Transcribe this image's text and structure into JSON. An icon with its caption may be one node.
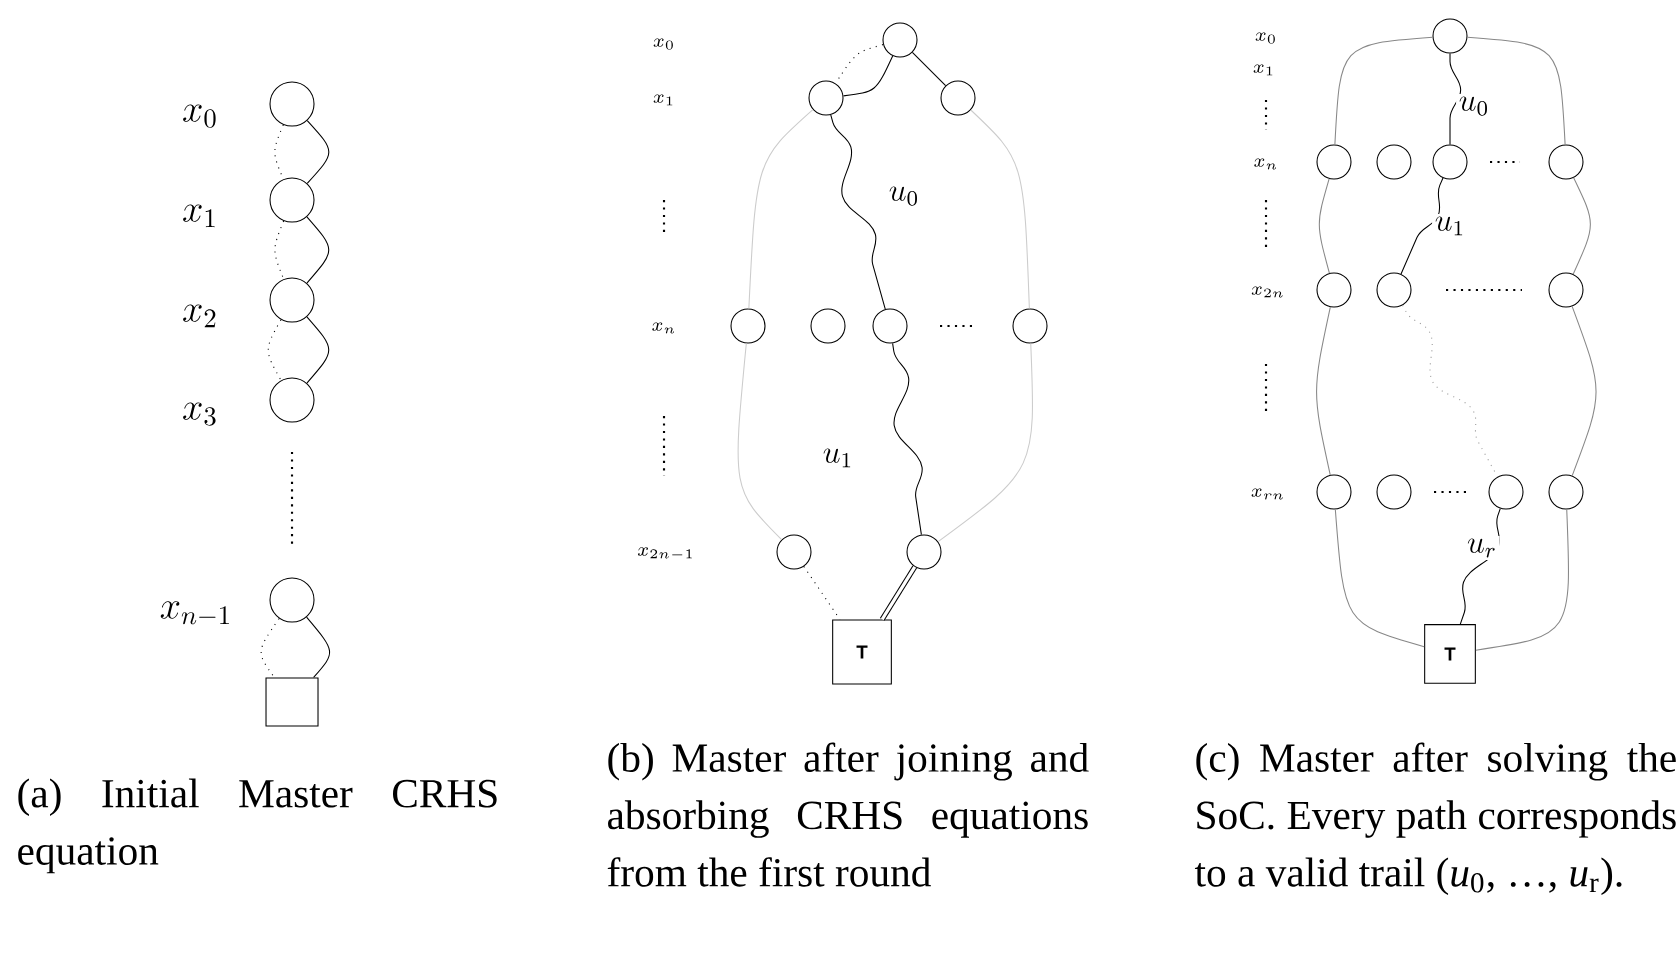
{
  "diagram": {
    "nodes": [
      {
        "text": [],
        "shape": "circle"
      },
      {
        "text": [],
        "shape": "circle"
      },
      {
        "text": [],
        "shape": "circle"
      },
      {
        "text": [],
        "shape": "circle"
      },
      {
        "text": [],
        "shape": "circle"
      },
      {
        "text": [],
        "shape": "box"
      },
      {
        "text": [],
        "shape": "circle"
      },
      {
        "text": [],
        "shape": "circle"
      },
      {
        "text": [],
        "shape": "circle"
      },
      {
        "text": [],
        "shape": "circle"
      },
      {
        "text": [],
        "shape": "circle"
      },
      {
        "text": [],
        "shape": "circle"
      },
      {
        "text": [],
        "shape": "circle"
      },
      {
        "text": [],
        "shape": "circle"
      },
      {
        "text": [],
        "shape": "circle"
      },
      {
        "text": [
          "T"
        ]
      },
      {
        "text": [],
        "shape": "circle"
      },
      {
        "text": [],
        "shape": "circle"
      },
      {
        "text": [],
        "shape": "circle"
      },
      {
        "text": [],
        "shape": "circle"
      },
      {
        "text": [],
        "shape": "circle"
      },
      {
        "text": [],
        "shape": "circle"
      },
      {
        "text": [],
        "shape": "circle"
      },
      {
        "text": [],
        "shape": "circle"
      },
      {
        "text": [],
        "shape": "circle"
      },
      {
        "text": [],
        "shape": "circle"
      },
      {
        "text": [],
        "shape": "circle"
      },
      {
        "text": [],
        "shape": "circle"
      },
      {
        "text": [
          "T"
        ]
      }
    ],
    "edges": [
      {
        "from": 0,
        "to": 1,
        "arrow": "none"
      },
      {
        "from": 0,
        "to": 1,
        "arrow": "none",
        "style": "dashed"
      },
      {
        "from": 1,
        "to": 2,
        "arrow": "none"
      },
      {
        "from": 1,
        "to": 2,
        "arrow": "none",
        "style": "dashed"
      },
      {
        "from": 2,
        "to": 3,
        "arrow": "none"
      },
      {
        "from": 2,
        "to": 3,
        "arrow": "none",
        "style": "dashed"
      },
      {
        "from": 4,
        "to": 5,
        "arrow": "none"
      },
      {
        "from": 4,
        "to": 5,
        "arrow": "none",
        "style": "dashed"
      },
      {
        "from": 6,
        "to": 7,
        "arrow": "none",
        "style": "dashed"
      },
      {
        "from": 6,
        "to": 7,
        "arrow": "none"
      },
      {
        "from": 6,
        "to": 8,
        "arrow": "none"
      },
      {
        "from": 7,
        "to": 11,
        "arrow": "none",
        "label": "u_0"
      },
      {
        "from": 11,
        "to": 14,
        "arrow": "none",
        "label": "u_1"
      },
      {
        "from": 13,
        "to": 15,
        "arrow": "none",
        "style": "dashed"
      },
      {
        "from": 14,
        "to": 15,
        "arrow": "none",
        "style": "thick"
      },
      {
        "from": 7,
        "to": 9,
        "arrow": "none",
        "color": "#cccccc"
      },
      {
        "from": 9,
        "to": 13,
        "arrow": "none",
        "color": "#cccccc"
      },
      {
        "from": 8,
        "to": 12,
        "arrow": "none",
        "color": "#cccccc"
      },
      {
        "from": 12,
        "to": 14,
        "arrow": "none",
        "color": "#cccccc"
      },
      {
        "from": 16,
        "to": 19,
        "arrow": "none",
        "label": "u_0"
      },
      {
        "from": 19,
        "to": 22,
        "arrow": "none",
        "label": "u_1"
      },
      {
        "from": 22,
        "to": 26,
        "arrow": "none",
        "style": "dashed",
        "color": "#999999"
      },
      {
        "from": 26,
        "to": 28,
        "arrow": "none",
        "label": "u_r"
      },
      {
        "from": 16,
        "to": 17,
        "arrow": "none",
        "color": "#888888"
      },
      {
        "from": 17,
        "to": 21,
        "arrow": "none",
        "color": "#888888"
      },
      {
        "from": 21,
        "to": 24,
        "arrow": "none",
        "color": "#888888"
      },
      {
        "from": 24,
        "to": 28,
        "arrow": "none",
        "color": "#888888"
      },
      {
        "from": 16,
        "to": 20,
        "arrow": "none",
        "color": "#888888"
      },
      {
        "from": 20,
        "to": 23,
        "arrow": "none",
        "color": "#888888"
      },
      {
        "from": 23,
        "to": 27,
        "arrow": "none",
        "color": "#888888"
      },
      {
        "from": 27,
        "to": 28,
        "arrow": "none",
        "color": "#888888"
      }
    ],
    "labels": [
      "x_0",
      "x_1",
      "x_2",
      "x_3",
      "x_{n-1}",
      "x_0",
      "x_1",
      "x_n",
      "x_{2n-1}",
      "x_0",
      "x_1",
      "x_n",
      "x_{2n}",
      "x_{rn}",
      "(a) Initial Master CRHS equation",
      "(b) Master after joining and absorbing CRHS equations from the first round",
      "(c) Master after solving the SoC. Every path corresponds to a valid trail (*u*$_{0}$, …, *u*$_{r}$)."
    ]
  }
}
